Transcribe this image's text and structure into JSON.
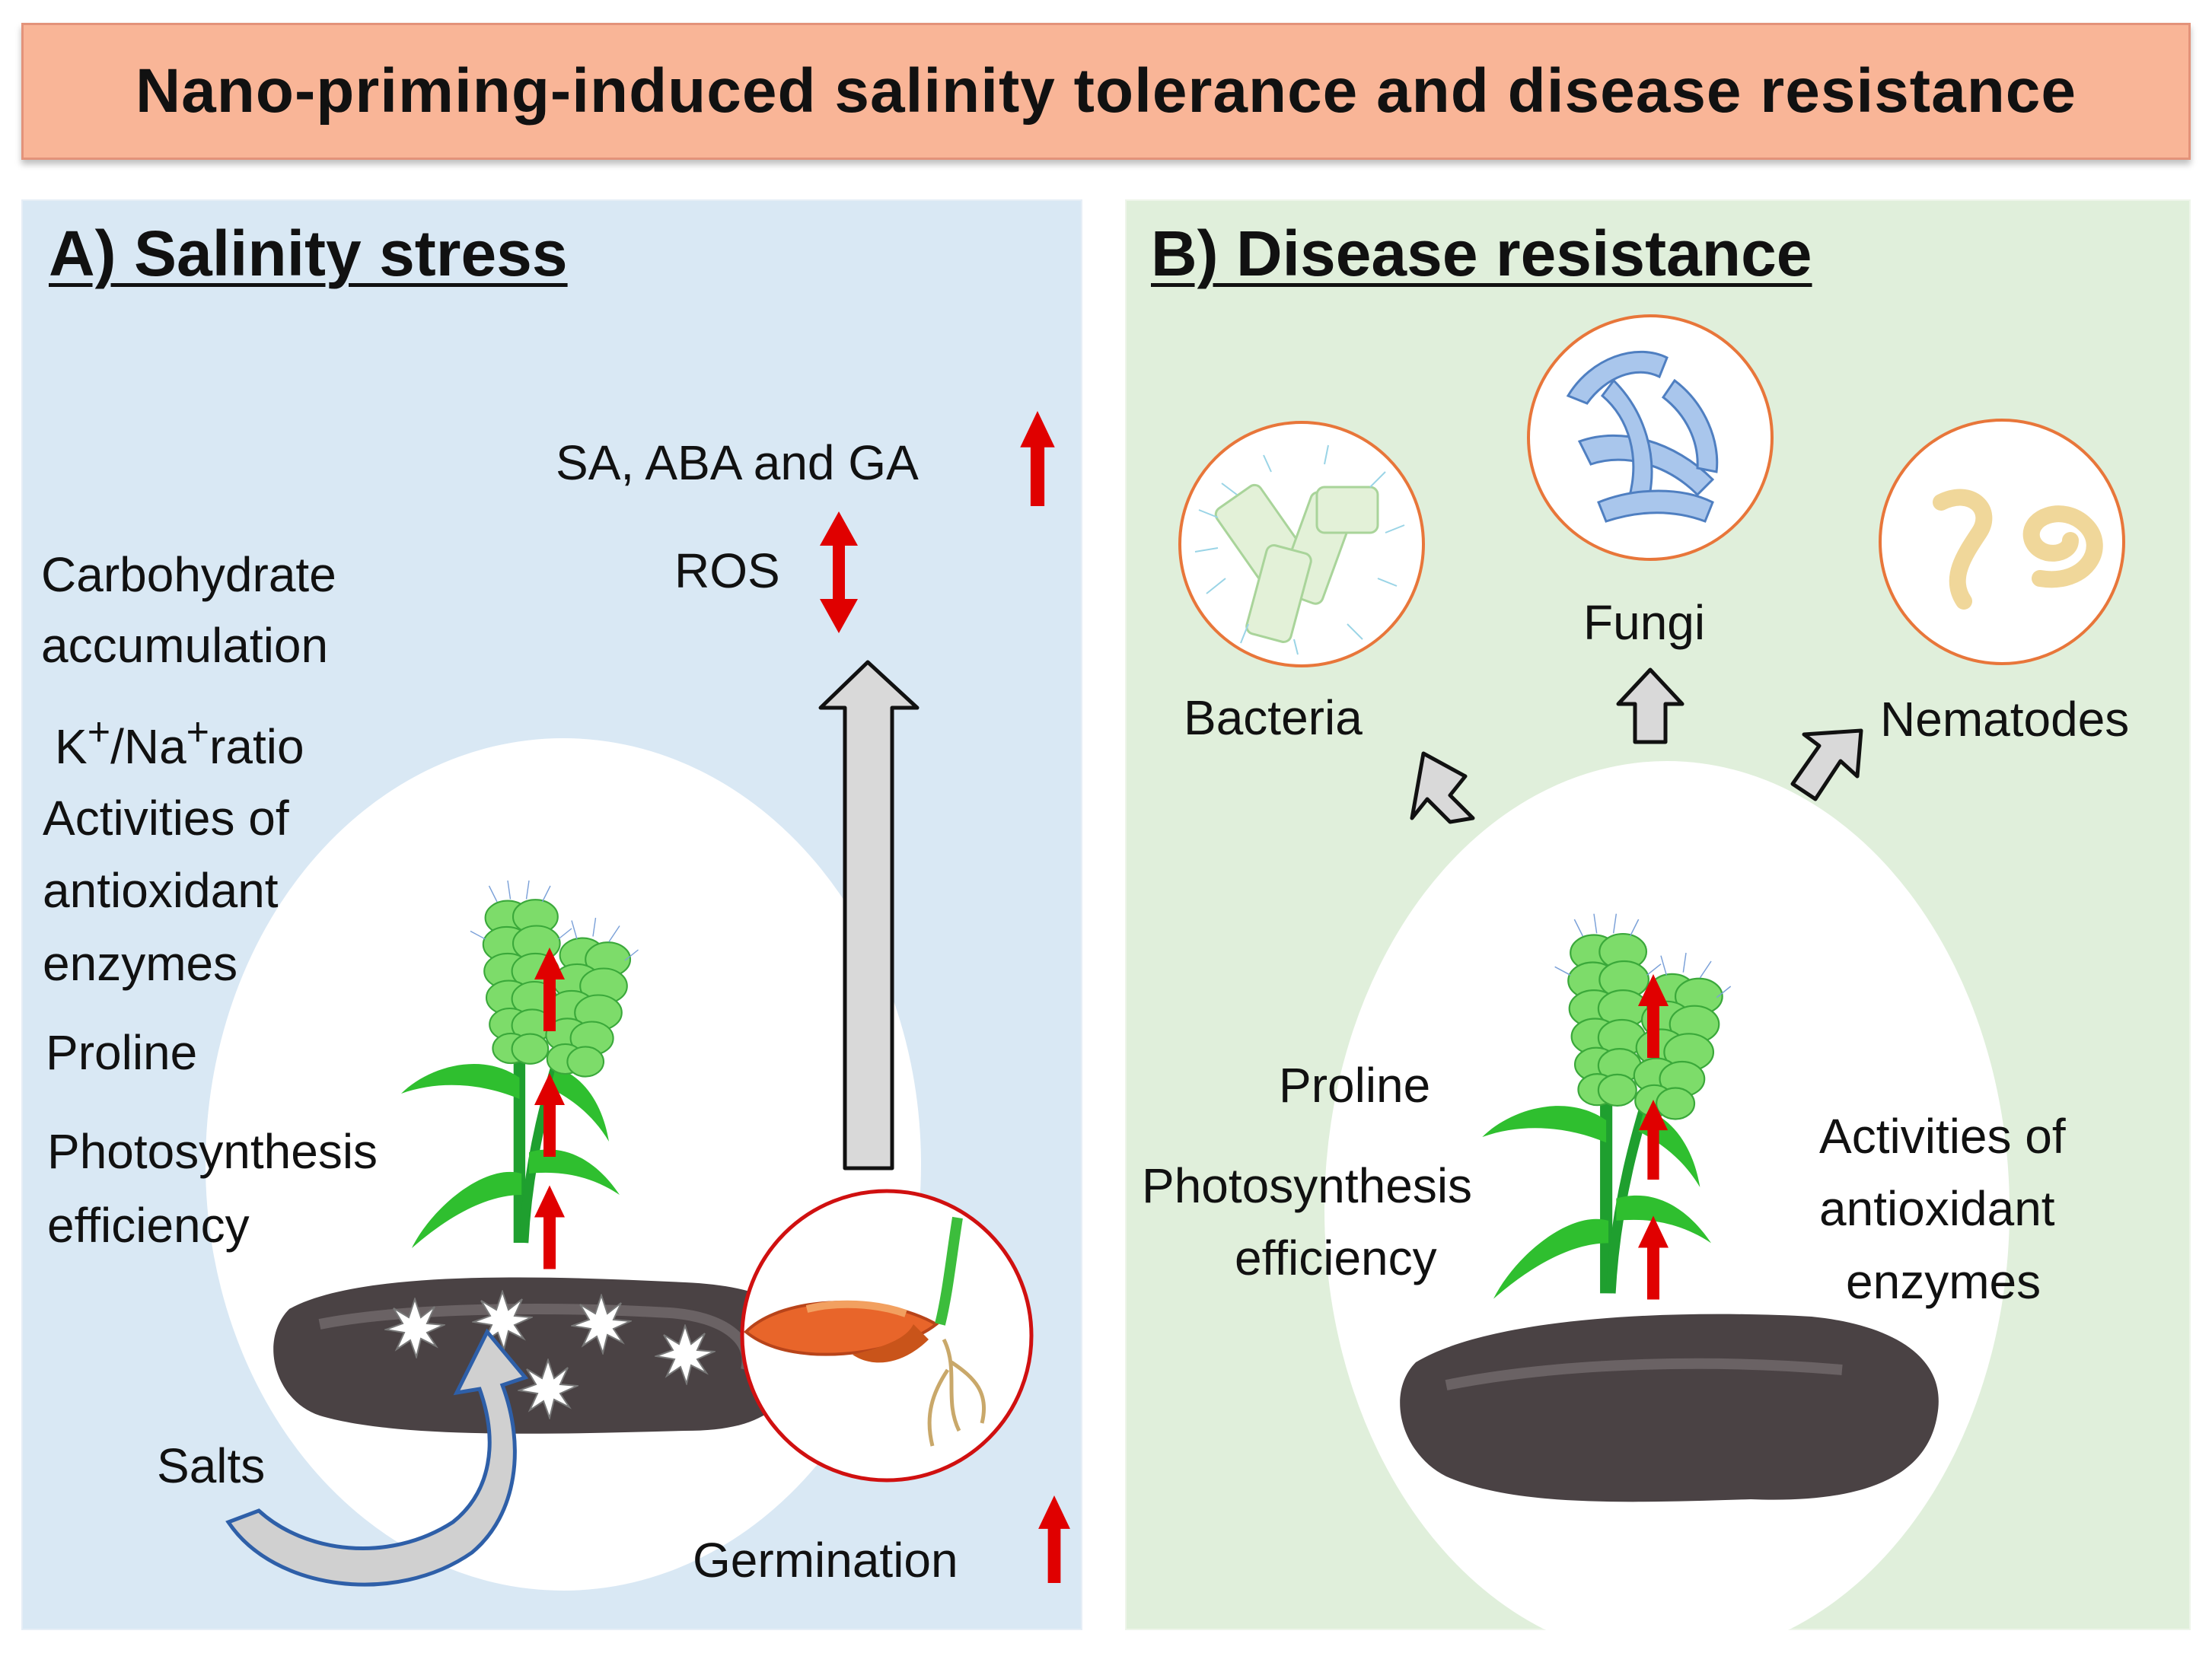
{
  "title": "Nano-priming-induced salinity tolerance and disease resistance",
  "panel_a": {
    "heading": "A) Salinity stress",
    "hormones": "SA, ABA and GA",
    "ros": "ROS",
    "carbohydrate_1": "Carbohydrate",
    "carbohydrate_2": "accumulation",
    "k": "K",
    "na": "/Na",
    "ratio": "ratio",
    "plus": "+",
    "antioxidant_1": "Activities of",
    "antioxidant_2": "antioxidant",
    "antioxidant_3": "enzymes",
    "proline": "Proline",
    "photosynthesis_1": "Photosynthesis",
    "photosynthesis_2": "efficiency",
    "salts": "Salts",
    "germination": "Germination"
  },
  "panel_b": {
    "heading": "B) Disease resistance",
    "bacteria": "Bacteria",
    "fungi": "Fungi",
    "nematodes": "Nematodes",
    "proline": "Proline",
    "photosynthesis_1": "Photosynthesis",
    "photosynthesis_2": "efficiency",
    "antioxidant_1": "Activities of",
    "antioxidant_2": "antioxidant",
    "antioxidant_3": "enzymes"
  },
  "colors": {
    "banner": "#f9b597",
    "panel_a": "#d9e8f4",
    "panel_b": "#e0efdb",
    "up_arrow": "#e00000",
    "gray_arrow": "#d9d9d9",
    "leaf": "#2fbf2f",
    "soil": "#4a4244"
  }
}
